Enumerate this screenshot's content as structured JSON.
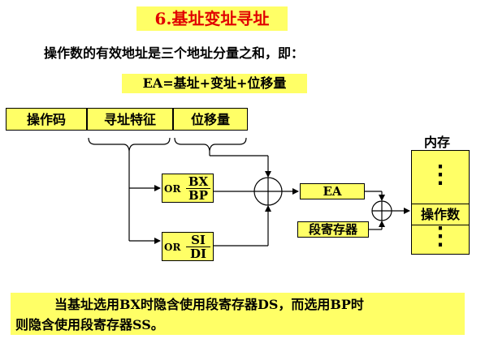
{
  "title": "6.基址变址寻址",
  "intro": "操作数的有效地址是三个地址分量之和，即：",
  "formula": "EA=基址+变址+位移量",
  "instruction_fields": [
    "操作码",
    "寻址特征",
    "位移量"
  ],
  "base_registers": {
    "or": "OR",
    "top": "BX",
    "bottom": "BP"
  },
  "index_registers": {
    "or": "OR",
    "top": "SI",
    "bottom": "DI"
  },
  "ea_label": "EA",
  "segment_register_label": "段寄存器",
  "memory": {
    "label": "内存",
    "operand": "操作数",
    "dots_top": "⋮",
    "dots_bottom": "⋮"
  },
  "note": {
    "line1": "当基址选用BX时隐含使用段寄存器DS，而选用BP时",
    "line2": "则隐含使用段寄存器SS。"
  },
  "colors": {
    "highlight": "#ffff66",
    "title_text": "#e00000"
  }
}
